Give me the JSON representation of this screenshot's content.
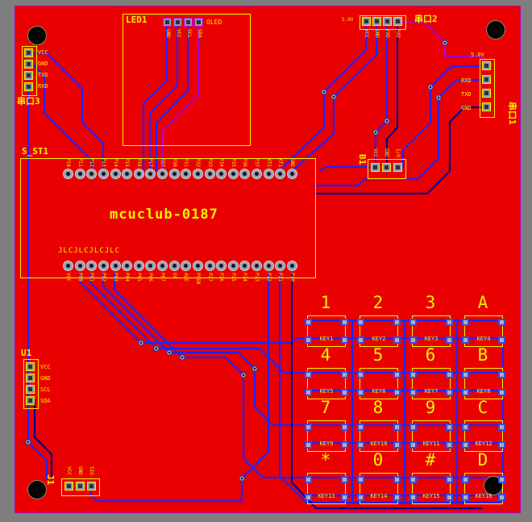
{
  "colors": {
    "background": "#7e7e7e",
    "board": "#ea0000",
    "silkscreen": "#f2f200",
    "trace_blue": "#2222ff",
    "trace_dark": "#000090",
    "trace_purple": "#aa00cc",
    "pad": "#99a3b1",
    "hole": "#050505"
  },
  "mcu": {
    "refdes": "S_ST1",
    "title": "mcuclub-0187",
    "watermark": "JLCJLCJLCJLC",
    "top_pins": [
      "P10",
      "P11",
      "P12",
      "P13",
      "P14",
      "P15",
      "P16",
      "P17",
      "RST",
      "P30",
      "P31",
      "P32",
      "P33",
      "P34",
      "P35",
      "P36",
      "P37",
      "XT2",
      "XT1",
      "GND"
    ],
    "bottom_pins": [
      "VCC",
      "P00",
      "P01",
      "P02",
      "P03",
      "P04",
      "P05",
      "P06",
      "P07",
      "EA",
      "ALE",
      "PSEN",
      "P27",
      "P26",
      "P25",
      "P24",
      "P23",
      "P22",
      "P21",
      "P20"
    ]
  },
  "oled": {
    "refdes": "LED1",
    "label": "OLED",
    "pins": [
      "GND",
      "VCC",
      "SCL",
      "SDA"
    ]
  },
  "serial1": {
    "label": "串口1",
    "pins": [
      "5.0V",
      "RXD",
      "TXD",
      "GND"
    ]
  },
  "serial2": {
    "label": "串口2",
    "annotation": "5.0V",
    "pins": [
      "VCC",
      "GND",
      "TXD",
      "RXD"
    ]
  },
  "serial3": {
    "label": "串口3",
    "pins": [
      "VCC",
      "GND",
      "TXD",
      "RXD"
    ]
  },
  "buzzer": {
    "refdes": "B1",
    "pins": [
      "VCC",
      "GND",
      "I/O"
    ]
  },
  "u1": {
    "refdes": "U1",
    "pins": [
      "VCC",
      "GND",
      "SCL",
      "SDA"
    ]
  },
  "j1": {
    "refdes": "J1",
    "pins": [
      "VCC",
      "GND",
      "SIG"
    ]
  },
  "keypad": {
    "caps": [
      [
        "1",
        "2",
        "3",
        "A"
      ],
      [
        "4",
        "5",
        "6",
        "B"
      ],
      [
        "7",
        "8",
        "9",
        "C"
      ],
      [
        "*",
        "0",
        "#",
        "D"
      ]
    ],
    "keys": [
      [
        "KEY1",
        "KEY2",
        "KEY3",
        "KEY4"
      ],
      [
        "KEY5",
        "KEY6",
        "KEY7",
        "KEY8"
      ],
      [
        "KEY9",
        "KEY10",
        "KEY11",
        "KEY12"
      ],
      [
        "KEY13",
        "KEY14",
        "KEY15",
        "KEY16"
      ]
    ]
  }
}
